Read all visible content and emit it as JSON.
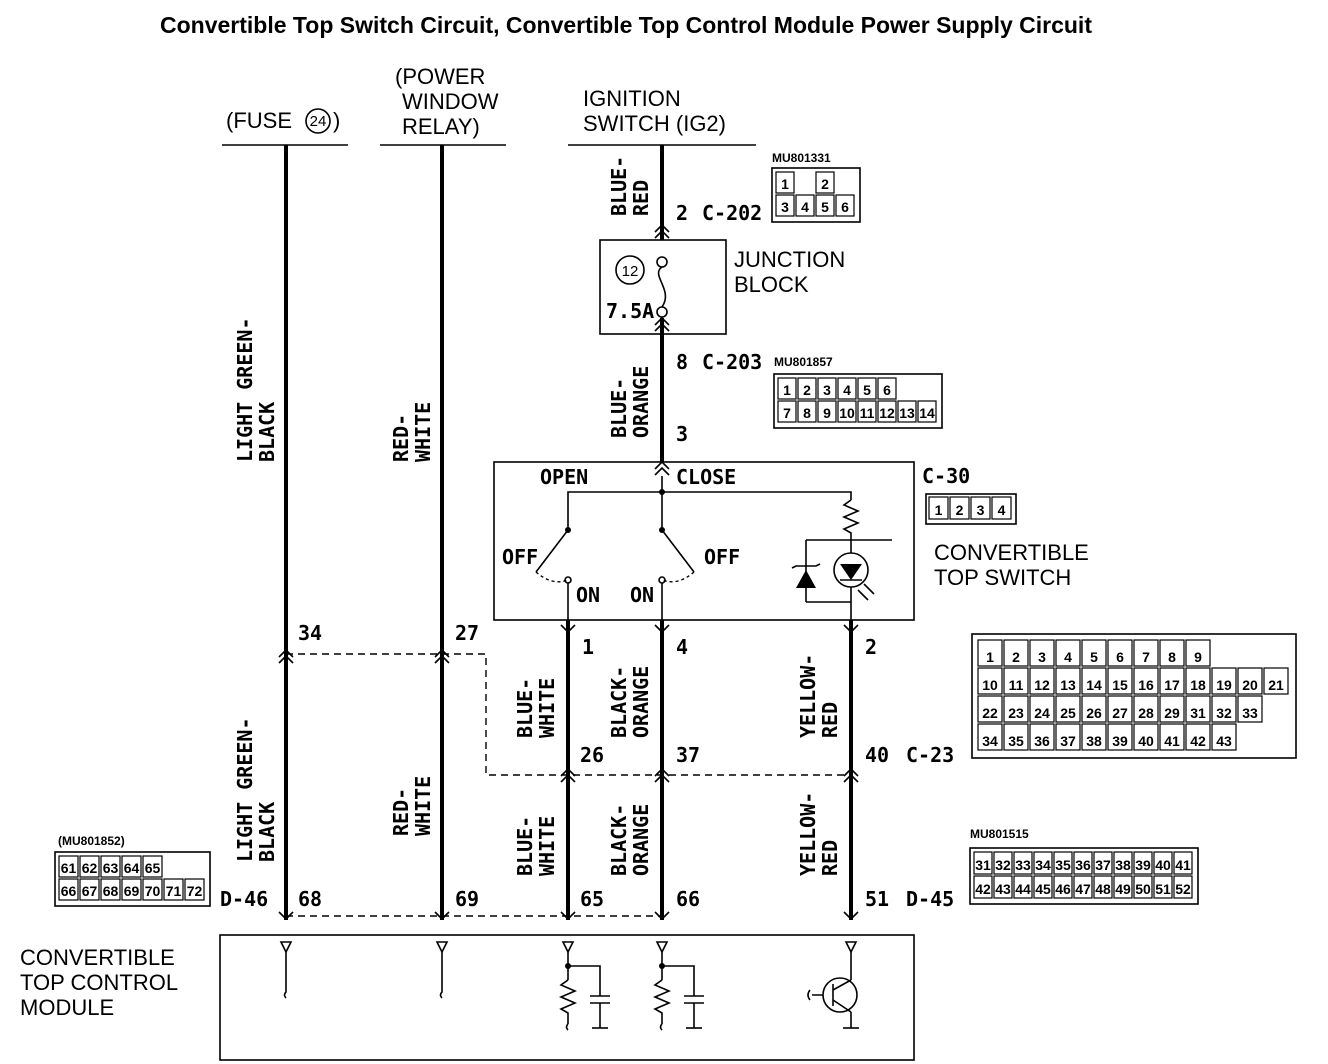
{
  "title": "Convertible Top Switch Circuit, Convertible Top Control Module Power Supply Circuit",
  "sources": {
    "fuse_prefix": "(FUSE",
    "fuse_number": "24",
    "fuse_suffix": ")",
    "power_window": [
      "(POWER",
      "WINDOW",
      "RELAY)"
    ],
    "ignition": [
      "IGNITION",
      "SWITCH (IG2)"
    ]
  },
  "wires": {
    "lg_black": [
      "LIGHT GREEN-",
      "BLACK"
    ],
    "red_white": [
      "RED-",
      "WHITE"
    ],
    "blue_red": [
      "BLUE-",
      "RED"
    ],
    "blue_orange": [
      "BLUE-",
      "ORANGE"
    ],
    "blue_white": [
      "BLUE-",
      "WHITE"
    ],
    "black_orange": [
      "BLACK-",
      "ORANGE"
    ],
    "yellow_red": [
      "YELLOW-",
      "RED"
    ]
  },
  "connectors": {
    "c202": "C-202",
    "c203": "C-203",
    "c30": "C-30",
    "c23": "C-23",
    "d46": "D-46",
    "d45": "D-45",
    "mu801331": "MU801331",
    "mu801857": "MU801857",
    "mu801852": "(MU801852)",
    "mu801515": "MU801515"
  },
  "pins": {
    "p2_c202": "2",
    "p8_c203": "8",
    "p3_switch": "3",
    "p1": "1",
    "p4": "4",
    "p2": "2",
    "p34": "34",
    "p27": "27",
    "p26": "26",
    "p37": "37",
    "p40": "40",
    "p68": "68",
    "p69": "69",
    "p65": "65",
    "p66": "66",
    "p51": "51"
  },
  "junction_block": {
    "name": [
      "JUNCTION",
      "BLOCK"
    ],
    "fuse_number": "12",
    "rating": "7.5A"
  },
  "switch": {
    "name": [
      "CONVERTIBLE",
      "TOP SWITCH"
    ],
    "open": "OPEN",
    "close": "CLOSE",
    "off": "OFF",
    "on": "ON"
  },
  "module": [
    "CONVERTIBLE",
    "TOP CONTROL",
    "MODULE"
  ],
  "connector_faces": {
    "mu801331": [
      [
        "1",
        "",
        "2"
      ],
      [
        "3",
        "4",
        "5",
        "6"
      ]
    ],
    "mu801857": [
      [
        "1",
        "2",
        "3",
        "4",
        "5",
        "6"
      ],
      [
        "7",
        "8",
        "9",
        "10",
        "11",
        "12",
        "13",
        "14"
      ]
    ],
    "c30": [
      "1",
      "2",
      "3",
      "4"
    ],
    "mu801852": [
      [
        "61",
        "62",
        "63",
        "64",
        "65"
      ],
      [
        "66",
        "67",
        "68",
        "69",
        "70",
        "71",
        "72"
      ]
    ],
    "mu801515": [
      [
        "31",
        "32",
        "33",
        "34",
        "35",
        "36",
        "37",
        "38",
        "39",
        "40",
        "41"
      ],
      [
        "42",
        "43",
        "44",
        "45",
        "46",
        "47",
        "48",
        "49",
        "50",
        "51",
        "52"
      ]
    ],
    "c23_rows": [
      [
        "1",
        "2",
        "3",
        "4",
        "5",
        "6",
        "7",
        "8",
        "9"
      ],
      [
        "10",
        "11",
        "12",
        "13",
        "14",
        "15",
        "16",
        "17",
        "18",
        "19",
        "20",
        "21"
      ],
      [
        "22",
        "23",
        "24",
        "25",
        "26",
        "27",
        "28",
        "29",
        "31",
        "32",
        "33"
      ],
      [
        "34",
        "35",
        "36",
        "37",
        "38",
        "39",
        "40",
        "41",
        "42",
        "43"
      ]
    ]
  }
}
